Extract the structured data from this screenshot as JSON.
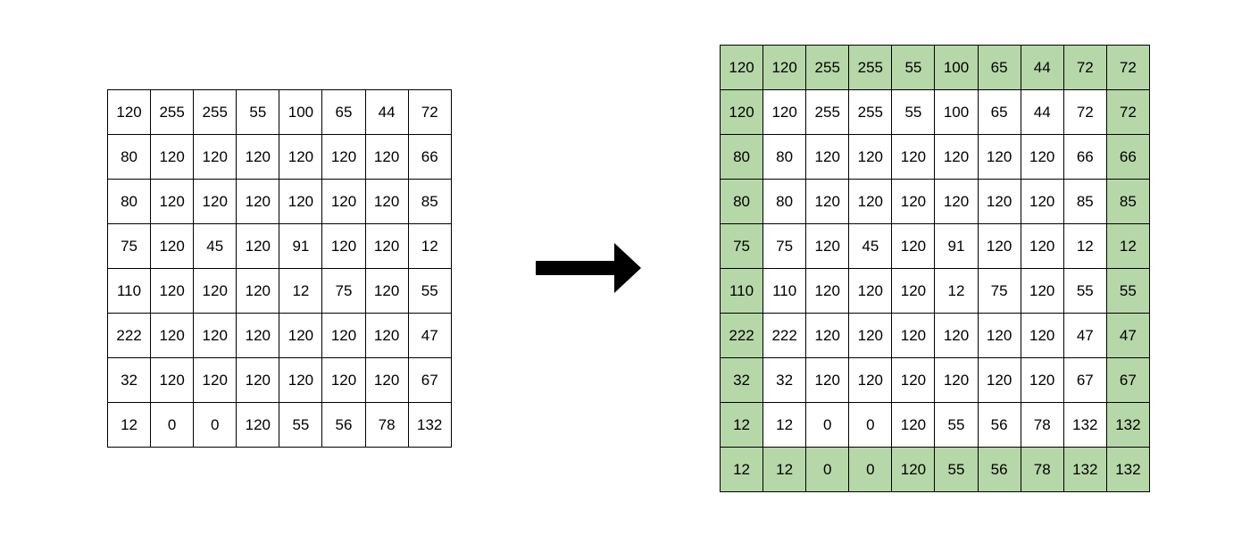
{
  "input_matrix": [
    [
      "120",
      "255",
      "255",
      "55",
      "100",
      "65",
      "44",
      "72"
    ],
    [
      "80",
      "120",
      "120",
      "120",
      "120",
      "120",
      "120",
      "66"
    ],
    [
      "80",
      "120",
      "120",
      "120",
      "120",
      "120",
      "120",
      "85"
    ],
    [
      "75",
      "120",
      "45",
      "120",
      "91",
      "120",
      "120",
      "12"
    ],
    [
      "110",
      "120",
      "120",
      "120",
      "12",
      "75",
      "120",
      "55"
    ],
    [
      "222",
      "120",
      "120",
      "120",
      "120",
      "120",
      "120",
      "47"
    ],
    [
      "32",
      "120",
      "120",
      "120",
      "120",
      "120",
      "120",
      "67"
    ],
    [
      "12",
      "0",
      "0",
      "120",
      "55",
      "56",
      "78",
      "132"
    ]
  ],
  "output_matrix": [
    [
      "120",
      "120",
      "255",
      "255",
      "55",
      "100",
      "65",
      "44",
      "72",
      "72"
    ],
    [
      "120",
      "120",
      "255",
      "255",
      "55",
      "100",
      "65",
      "44",
      "72",
      "72"
    ],
    [
      "80",
      "80",
      "120",
      "120",
      "120",
      "120",
      "120",
      "120",
      "66",
      "66"
    ],
    [
      "80",
      "80",
      "120",
      "120",
      "120",
      "120",
      "120",
      "120",
      "85",
      "85"
    ],
    [
      "75",
      "75",
      "120",
      "45",
      "120",
      "91",
      "120",
      "120",
      "12",
      "12"
    ],
    [
      "110",
      "110",
      "120",
      "120",
      "120",
      "12",
      "75",
      "120",
      "55",
      "55"
    ],
    [
      "222",
      "222",
      "120",
      "120",
      "120",
      "120",
      "120",
      "120",
      "47",
      "47"
    ],
    [
      "32",
      "32",
      "120",
      "120",
      "120",
      "120",
      "120",
      "120",
      "67",
      "67"
    ],
    [
      "12",
      "12",
      "0",
      "0",
      "120",
      "55",
      "56",
      "78",
      "132",
      "132"
    ],
    [
      "12",
      "12",
      "0",
      "0",
      "120",
      "55",
      "56",
      "78",
      "132",
      "132"
    ]
  ],
  "padding_color": "#b6d7a8",
  "arrow_icon": "right-arrow-icon"
}
